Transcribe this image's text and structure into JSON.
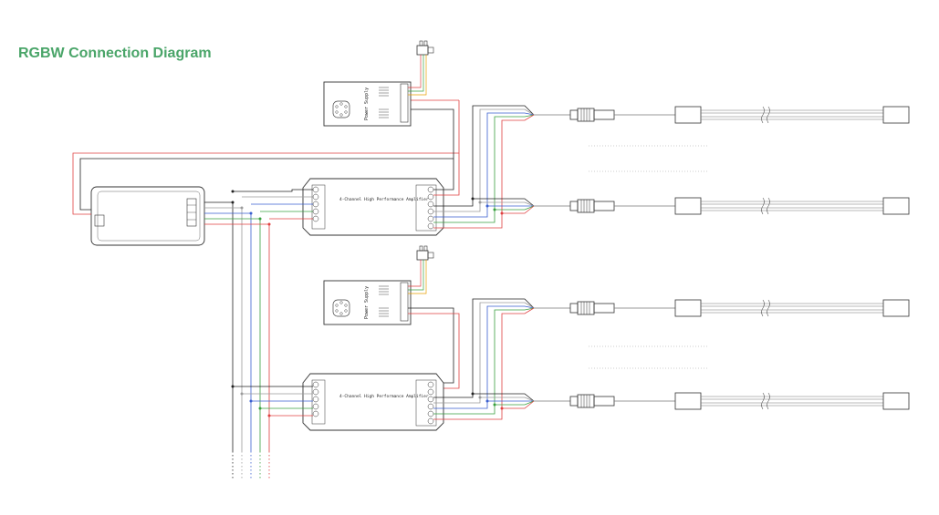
{
  "title": "RGBW Connection Diagram",
  "colors": {
    "accent": "#4aa569",
    "wire_red": "#e04040",
    "wire_black": "#222222",
    "wire_blue": "#3a5fd0",
    "wire_green": "#3aa040",
    "wire_gray": "#9a9a9a",
    "wire_pink": "#e8a0a0",
    "device_outline": "#333333"
  },
  "power_supply_label": "Power Supply",
  "amplifier_label": "4-Channel High Performance Amplifier",
  "icons": [
    "plug-icon",
    "fan-icon",
    "connector-icon",
    "terminal-icon"
  ]
}
